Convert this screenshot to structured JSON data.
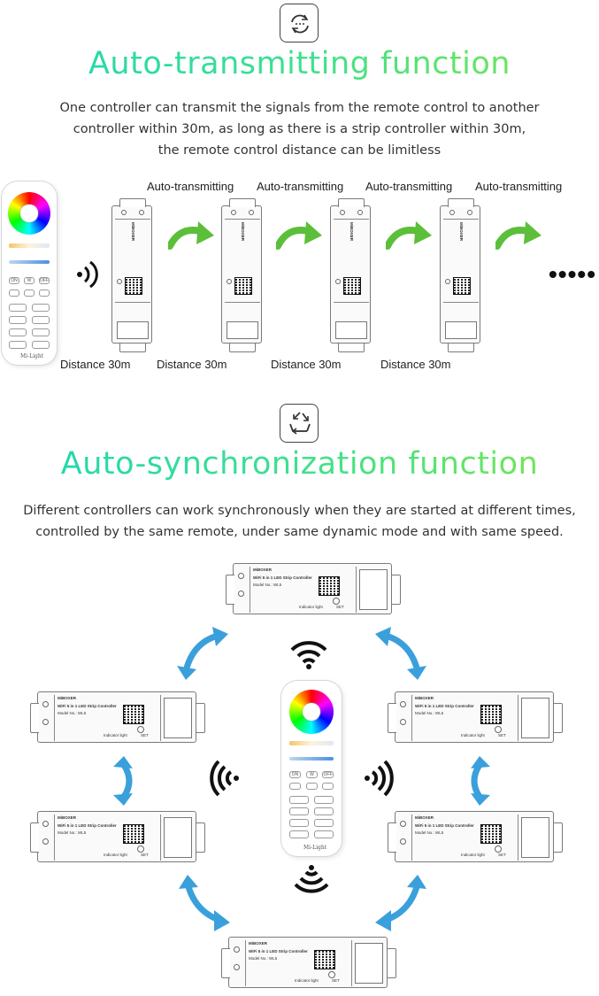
{
  "section1": {
    "title": "Auto-transmitting function",
    "description_lines": [
      "One controller can transmit the signals from the remote control to another",
      "controller within 30m, as long as there is a strip controller within 30m,",
      "the remote control distance can be limitless"
    ],
    "transmit_labels": [
      "Auto-transmitting",
      "Auto-transmitting",
      "Auto-transmitting",
      "Auto-transmitting"
    ],
    "distance_labels": [
      "Distance 30m",
      "Distance 30m",
      "Distance 30m",
      "Distance 30m"
    ],
    "continuation": "•••••",
    "icon": "cycle-arrows-icon"
  },
  "section2": {
    "title": "Auto-synchronization function",
    "description_lines": [
      "Different controllers can work synchronously when they are started at different times,",
      "controlled by the same remote, under same dynamic mode and with same speed."
    ],
    "icon": "sync-arrows-icon"
  },
  "remote": {
    "brand": "Mi-Light",
    "buttons": [
      "ON",
      "W",
      "OFF"
    ]
  },
  "controller": {
    "brand": "MiBOXER",
    "name": "WiFi 5 in 1 LED Strip Controller",
    "model": "Model No.: WL5",
    "indicator": "Indicator light",
    "set": "SET"
  },
  "colors": {
    "title_gradient_start": "#1fd6b4",
    "title_gradient_end": "#7be84a",
    "arrow_green": "#5cbf3a",
    "arrow_blue": "#3aa0dc"
  }
}
